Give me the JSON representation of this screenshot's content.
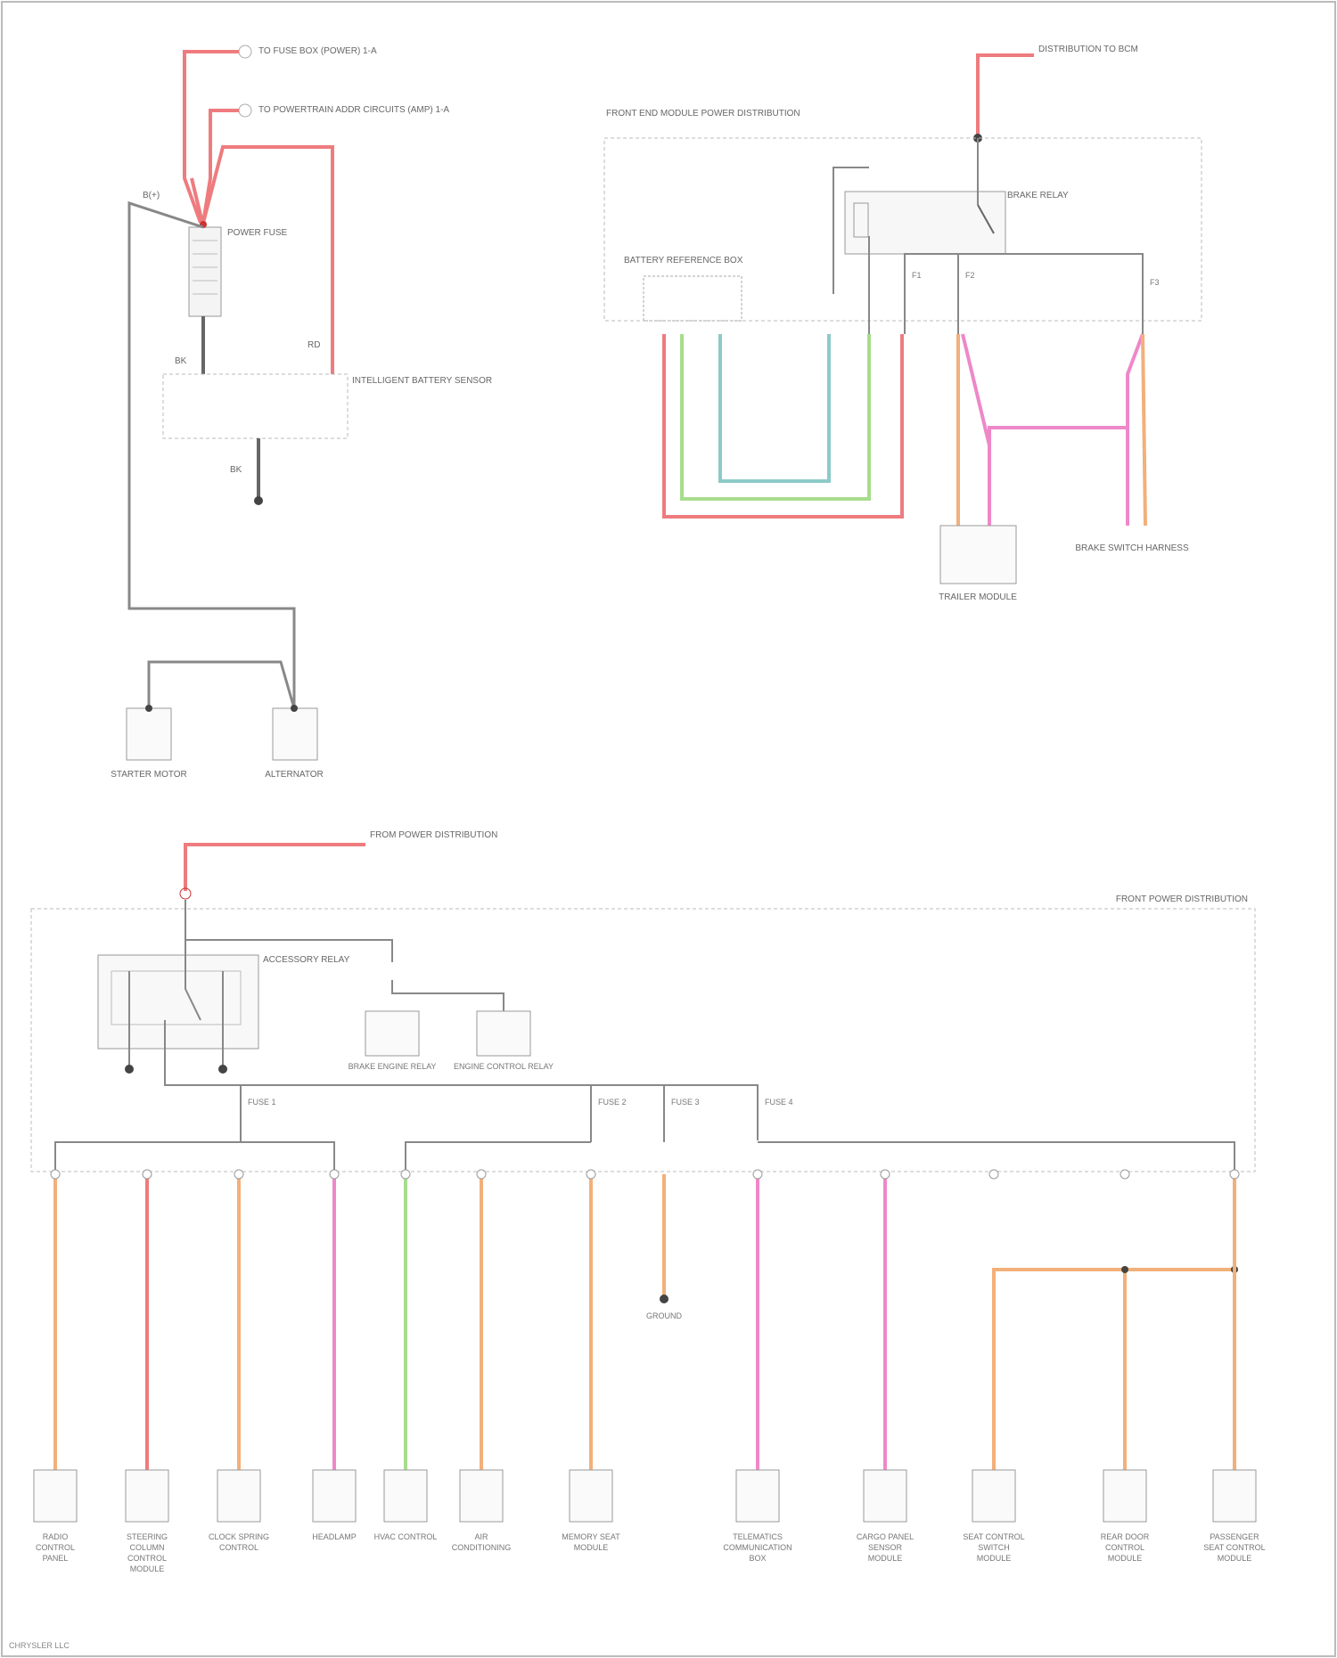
{
  "figure": {
    "title": "",
    "footer": "CHRYSLER LLC"
  },
  "legend": null,
  "top_left": {
    "feeds": [
      "TO FUSE BOX (POWER) 1-A",
      "TO POWERTRAIN ADDR CIRCUITS (AMP) 1-A"
    ],
    "fuse_block": "POWER FUSE",
    "alternator_box": "INTELLIGENT BATTERY SENSOR",
    "starter": "STARTER MOTOR",
    "alternator": "ALTERNATOR",
    "wire_labels": [
      "B(+)",
      "RD",
      "BK",
      "BK"
    ]
  },
  "top_right": {
    "feed": "DISTRIBUTION TO BCM",
    "module": "FRONT END MODULE POWER DISTRIBUTION",
    "sub_module": "BATTERY REFERENCE BOX",
    "relay": "BRAKE RELAY",
    "fuses": [
      "F1",
      "F2",
      "F3"
    ],
    "loads": [
      "TRAILER MODULE",
      "BRAKE SWITCH HARNESS"
    ]
  },
  "bottom": {
    "feed": "FROM POWER DISTRIBUTION",
    "module": "FRONT POWER DISTRIBUTION",
    "relay": "ACCESSORY RELAY",
    "relay_boxes": [
      "BRAKE ENGINE RELAY",
      "ENGINE CONTROL RELAY"
    ],
    "fuses": [
      "FUSE 1",
      "FUSE 2",
      "FUSE 3",
      "FUSE 4"
    ],
    "ground_note": "GROUND",
    "loads": [
      {
        "name": "RADIO CONTROL PANEL"
      },
      {
        "name": "STEERING COLUMN CONTROL MODULE"
      },
      {
        "name": "CLOCK SPRING CONTROL"
      },
      {
        "name": "HEADLAMP"
      },
      {
        "name": "HVAC CONTROL"
      },
      {
        "name": "AIR CONDITIONING"
      },
      {
        "name": "MEMORY SEAT MODULE"
      },
      {
        "name": "TELEMATICS COMMUNICATION BOX"
      },
      {
        "name": "CARGO PANEL SENSOR MODULE"
      },
      {
        "name": "SEAT CONTROL SWITCH MODULE"
      },
      {
        "name": "REAR DOOR CONTROL MODULE"
      },
      {
        "name": "PASSENGER SEAT CONTROL MODULE"
      }
    ]
  },
  "colors": {
    "red": "#ee7b7e",
    "orange": "#f2b07a",
    "pink": "#ee88c8",
    "green": "#a8dc8e",
    "teal": "#8ccac8",
    "gray": "#888888",
    "dash": "#bbbbbb"
  }
}
